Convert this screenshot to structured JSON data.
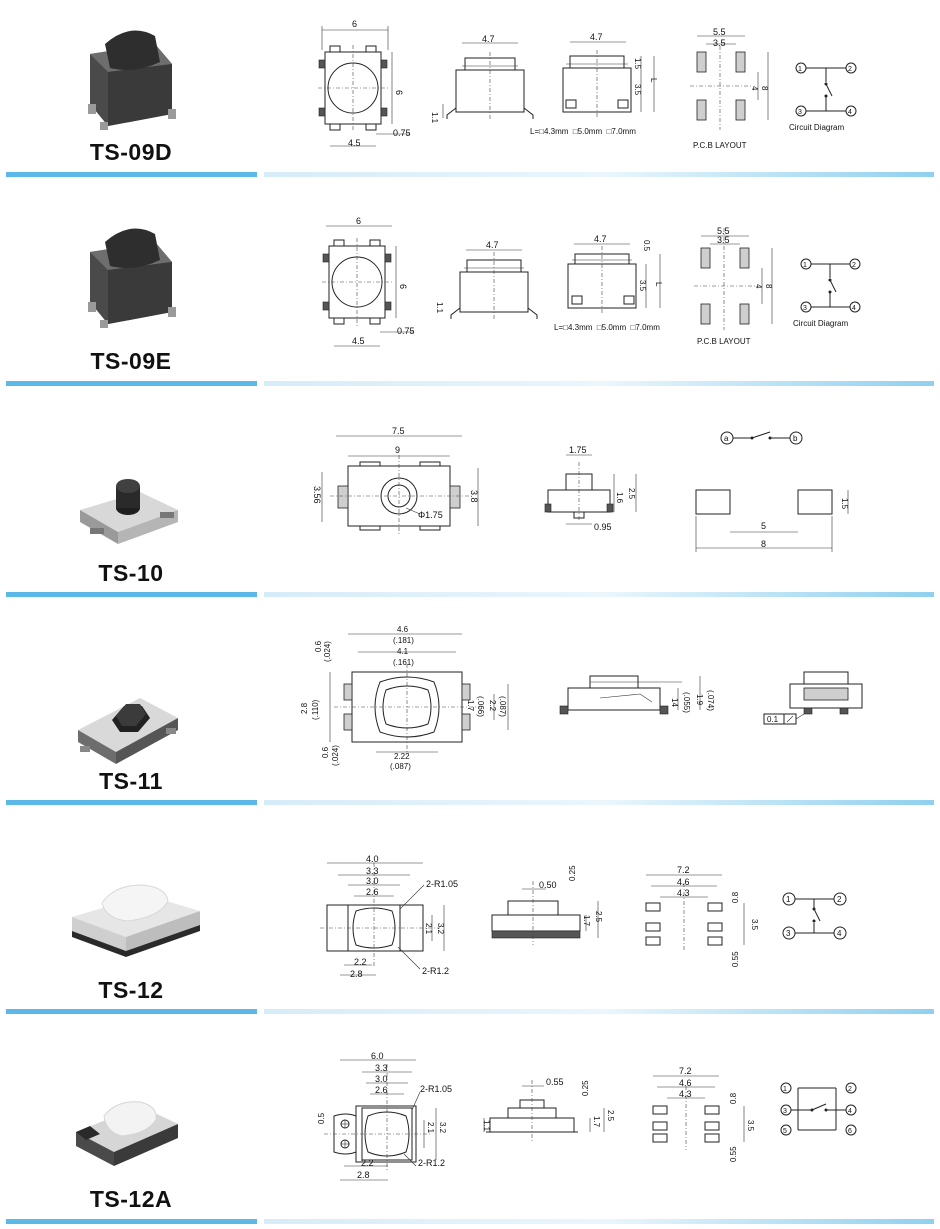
{
  "products": [
    {
      "model": "TS-09D",
      "dims": {
        "w6": "6",
        "top47": "4.7",
        "mid47": "4.7",
        "p55": "5.5",
        "p35": "3.5",
        "h6": "6",
        "h11": "1.1",
        "h15": "1.5",
        "h35": "3.5",
        "hL": "L",
        "p4": "4",
        "p8": "8",
        "w45": "4.5",
        "w075": "0.75"
      },
      "length_options": "L=□4.3mm  □5.0mm  □7.0mm",
      "pcb_label": "P.C.B LAYOUT",
      "circuit_label": "Circuit Diagram",
      "pins": [
        "1",
        "2",
        "3",
        "4"
      ]
    },
    {
      "model": "TS-09E",
      "dims": {
        "w6": "6",
        "top47": "4.7",
        "mid47": "4.7",
        "p55": "5.5",
        "p35": "3.5",
        "h6": "6",
        "h11": "1.1",
        "h05": "0.5",
        "h35": "3.5",
        "hL": "L",
        "p4": "4",
        "p8": "8",
        "w45": "4.5",
        "w075": "0.75"
      },
      "length_options": "L=□4.3mm  □5.0mm  □7.0mm",
      "pcb_label": "P.C.B LAYOUT",
      "circuit_label": "Circuit Diagram",
      "pins": [
        "1",
        "2",
        "3",
        "4"
      ]
    },
    {
      "model": "TS-10",
      "dims": {
        "w75": "7.5",
        "w9": "9",
        "h356": "3.56",
        "h38": "3.8",
        "dia": "Φ1.75",
        "s175": "1.75",
        "s16": "1.6",
        "s25": "2.5",
        "s095": "0.95",
        "p15": "1.5",
        "p5": "5",
        "p8": "8"
      },
      "pins": [
        "a",
        "b"
      ]
    },
    {
      "model": "TS-11",
      "dims": {
        "w46": "4.6",
        "w46i": "(.181)",
        "w41": "4.1",
        "w41i": "(.161)",
        "h06": "0.6",
        "h06i": "(.024)",
        "h28": "2.8",
        "h28i": "(.110)",
        "h17": "1.7",
        "h17i": "(.066)",
        "h22": "2.2",
        "h22i": "(.087)",
        "b06": "0.6",
        "b06i": "(.024)",
        "w222": "2.22",
        "w222i": "(.087)",
        "s14": "14",
        "s14i": "(.055)",
        "s19": "1.9",
        "s19i": "(.074)",
        "tol": "0.1"
      }
    },
    {
      "model": "TS-12",
      "dims": {
        "w40": "4.0",
        "w33": "3.3",
        "w30": "3.0",
        "w26": "2.6",
        "r105": "2-R1.05",
        "r12": "2-R1.2",
        "h21": "2.1",
        "h32": "3.2",
        "w22": "2.2",
        "w28": "2.8",
        "s050": "0.50",
        "s025": "0.25",
        "s17": "1.7",
        "s25": "2.5",
        "p72": "7.2",
        "p46": "4.6",
        "p43": "4.3",
        "p08": "0.8",
        "p35": "3.5",
        "p055": "0.55"
      },
      "pins": [
        "1",
        "2",
        "3",
        "4"
      ]
    },
    {
      "model": "TS-12A",
      "dims": {
        "w60": "6.0",
        "w33": "3.3",
        "w30": "3.0",
        "w26": "2.6",
        "r105": "2-R1.05",
        "r12": "2-R1.2",
        "h05": "0.5",
        "h21": "2.1",
        "h32": "3.2",
        "w22": "2.2",
        "w28": "2.8",
        "s055": "0.55",
        "s025": "0.25",
        "s11": "1.1",
        "s17": "1.7",
        "s25": "2.5",
        "p72": "7.2",
        "p46": "4.6",
        "p43": "4.3",
        "p08": "0.8",
        "p35": "3.5",
        "p055": "0.55"
      },
      "pins": [
        "1",
        "2",
        "3",
        "4",
        "5",
        "6"
      ]
    }
  ]
}
